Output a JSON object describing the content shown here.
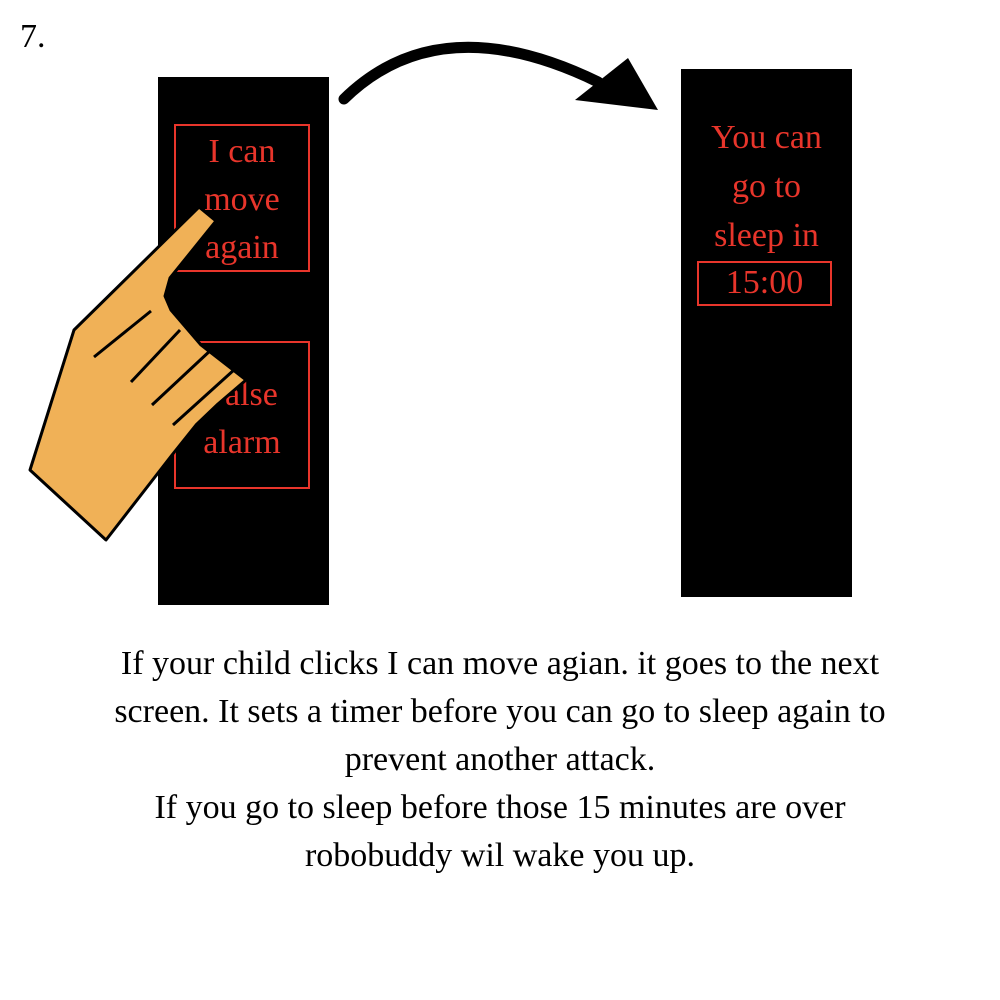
{
  "step_number": "7.",
  "left_screen": {
    "move_button_lines": [
      "I can",
      "move",
      "again"
    ],
    "alarm_button_lines": [
      "False",
      "alarm"
    ]
  },
  "right_screen": {
    "text_lines": [
      "You can",
      "go to",
      "sleep in"
    ],
    "timer": "15:00"
  },
  "icons": {
    "arrow": "curved-arrow-icon",
    "hand": "pointing-hand-icon"
  },
  "colors": {
    "screen": "#000000",
    "accent_text": "#e8352b",
    "hand_fill": "#f0b157"
  },
  "caption_lines": [
    "If your child clicks I can move agian. it goes to the next",
    "screen. It sets a timer before you can go to sleep again to",
    "prevent another attack.",
    "If you go to sleep before those 15 minutes are over",
    "robobuddy wil wake you up."
  ]
}
